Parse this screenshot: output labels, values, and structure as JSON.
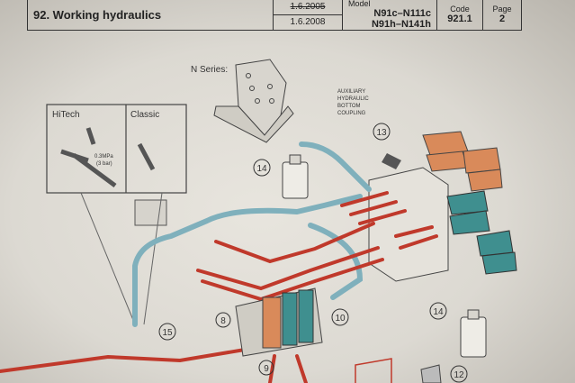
{
  "header": {
    "section_title": "92. Working hydraulics",
    "date_old": "1.6.2005",
    "date_new": "1.6.2008",
    "model_label": "Model",
    "model_line1": "N91c–N111c",
    "model_line2": "N91h–N141h",
    "code_label": "Code",
    "code_value": "921.1",
    "page_label": "Page",
    "page_value": "2"
  },
  "diagram": {
    "series_label": "N Series:",
    "hitech_label": "HiTech",
    "classic_label": "Classic",
    "pressure_label": "0.3MPa",
    "pressure_bar": "(3 bar)",
    "aux_note": [
      "AUXILIARY",
      "HYDRAULIC",
      "BOTTOM",
      "COUPLING"
    ],
    "callouts": [
      "8",
      "9",
      "10",
      "12",
      "13",
      "14",
      "14",
      "15"
    ],
    "colors": {
      "red_line": "#c0392b",
      "blue_line": "#7fb0bc",
      "orange_coupler": "#d98a5a",
      "teal_coupler": "#3f8f8f"
    }
  }
}
